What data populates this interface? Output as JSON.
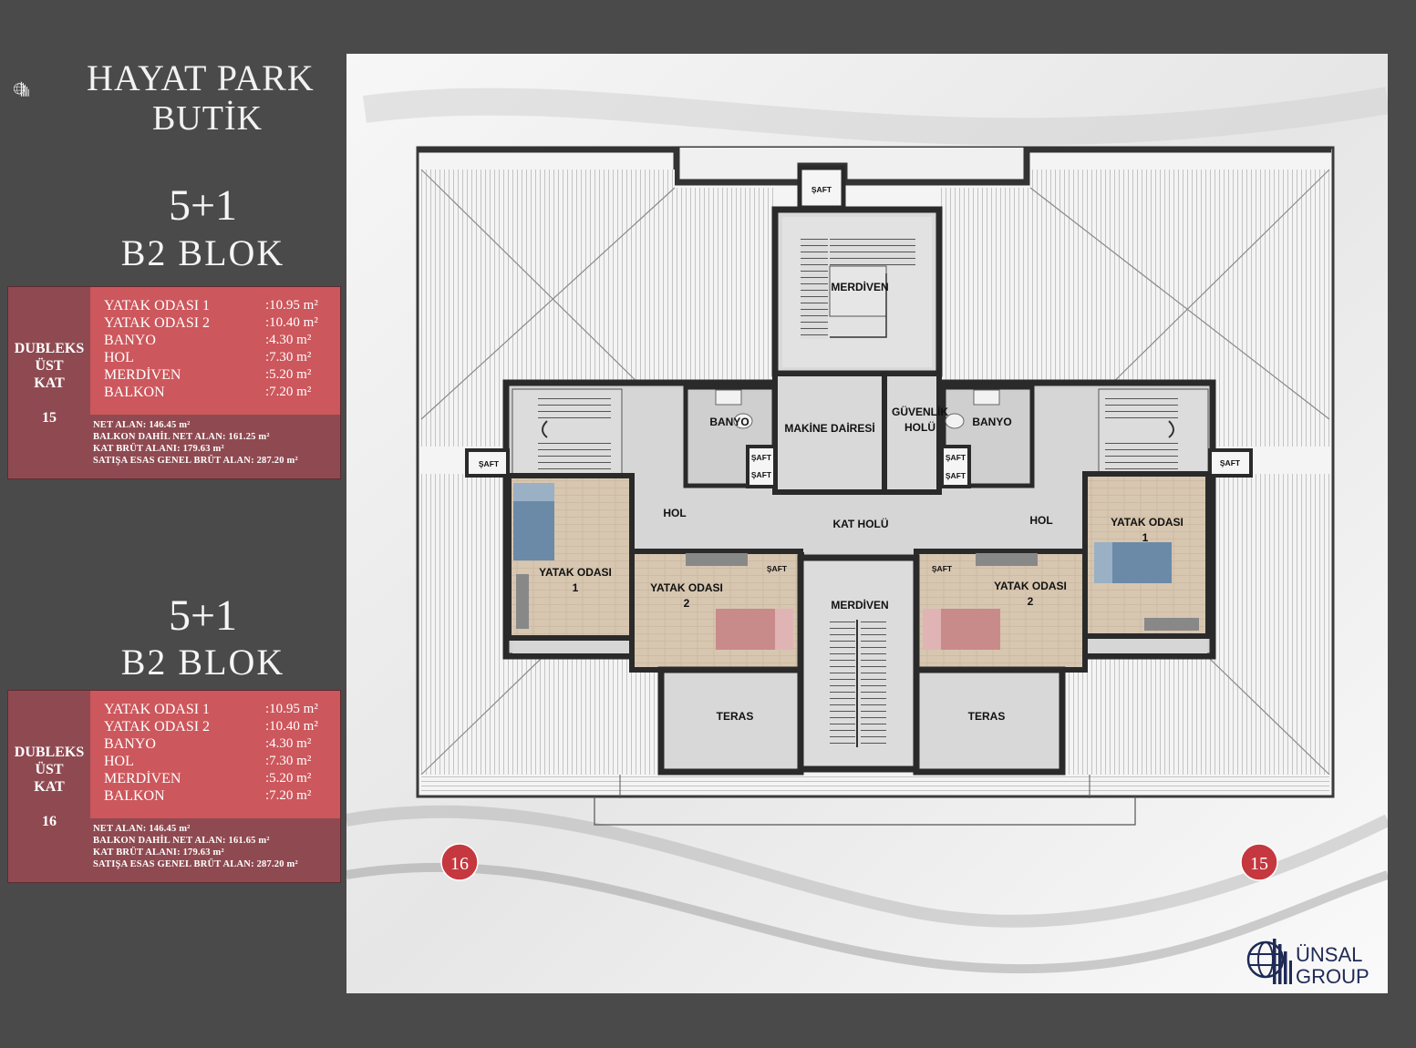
{
  "brand": {
    "line1": "HAYAT PARK",
    "line2": "BUTİK"
  },
  "units": [
    {
      "type": "5+1",
      "block": "B2  BLOK",
      "floor_label": "DUBLEKS\nÜST\nKAT",
      "floor_number": "15",
      "rooms": [
        {
          "name": "YATAK ODASI 1",
          "area": ":10.95 m²"
        },
        {
          "name": "YATAK ODASI 2",
          "area": ":10.40 m²"
        },
        {
          "name": "BANYO",
          "area": ":4.30 m²"
        },
        {
          "name": "HOL",
          "area": ":7.30 m²"
        },
        {
          "name": "MERDİVEN",
          "area": ":5.20 m²"
        },
        {
          "name": "BALKON",
          "area": ":7.20 m²"
        }
      ],
      "totals": [
        "NET ALAN: 146.45 m²",
        "BALKON DAHİL NET ALAN: 161.25 m²",
        "KAT BRÜT ALANI: 179.63 m²",
        "SATIŞA ESAS GENEL BRÜT ALAN: 287.20 m²"
      ]
    },
    {
      "type": "5+1",
      "block": "B2  BLOK",
      "floor_label": "DUBLEKS\nÜST\nKAT",
      "floor_number": "16",
      "rooms": [
        {
          "name": "YATAK ODASI 1",
          "area": ":10.95 m²"
        },
        {
          "name": "YATAK ODASI 2",
          "area": ":10.40 m²"
        },
        {
          "name": "BANYO",
          "area": ":4.30 m²"
        },
        {
          "name": "HOL",
          "area": ":7.30 m²"
        },
        {
          "name": "MERDİVEN",
          "area": ":5.20 m²"
        },
        {
          "name": "BALKON",
          "area": ":7.20 m²"
        }
      ],
      "totals": [
        "NET ALAN: 146.45 m²",
        "BALKON DAHİL NET ALAN: 161.65 m²",
        "KAT BRÜT ALANI: 179.63 m²",
        "SATIŞA ESAS GENEL BRÜT ALAN: 287.20 m²"
      ]
    }
  ],
  "plan": {
    "labels": {
      "saft": "ŞAFT",
      "merdiven": "MERDİVEN",
      "makine": "MAKİNE DAİRESİ",
      "guvenlik1": "GÜVENLİK",
      "guvenlik2": "HOLÜ",
      "banyo": "BANYO",
      "hol": "HOL",
      "kat_holu": "KAT HOLÜ",
      "yatak_odasi": "YATAK ODASI",
      "num1": "1",
      "num2": "2",
      "teras": "TERAS"
    },
    "badges": {
      "left": "16",
      "right": "15"
    },
    "badge_color": "#c5383f"
  },
  "company": {
    "line1": "ÜNSAL",
    "line2": "GROUP"
  }
}
